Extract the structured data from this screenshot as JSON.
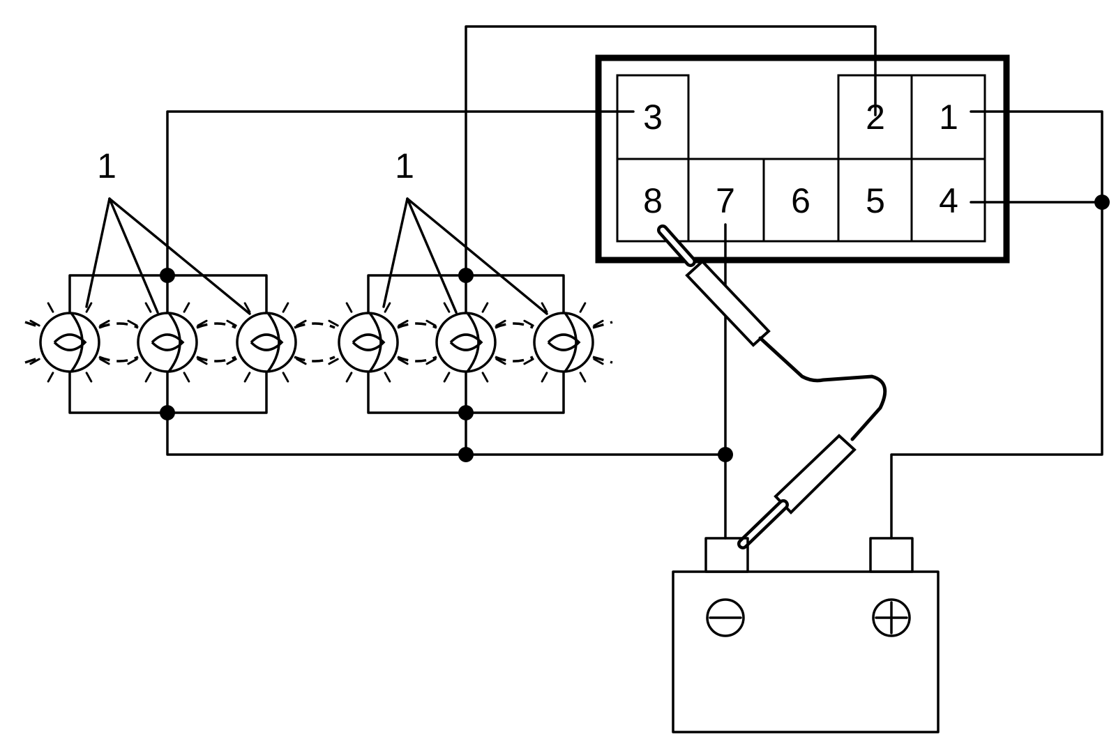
{
  "diagram": {
    "connector_pins": [
      "1",
      "2",
      "3",
      "4",
      "5",
      "6",
      "7",
      "8"
    ],
    "callout_label": "1",
    "battery": {
      "negative_symbol": "⊖",
      "positive_symbol": "⊕"
    }
  }
}
